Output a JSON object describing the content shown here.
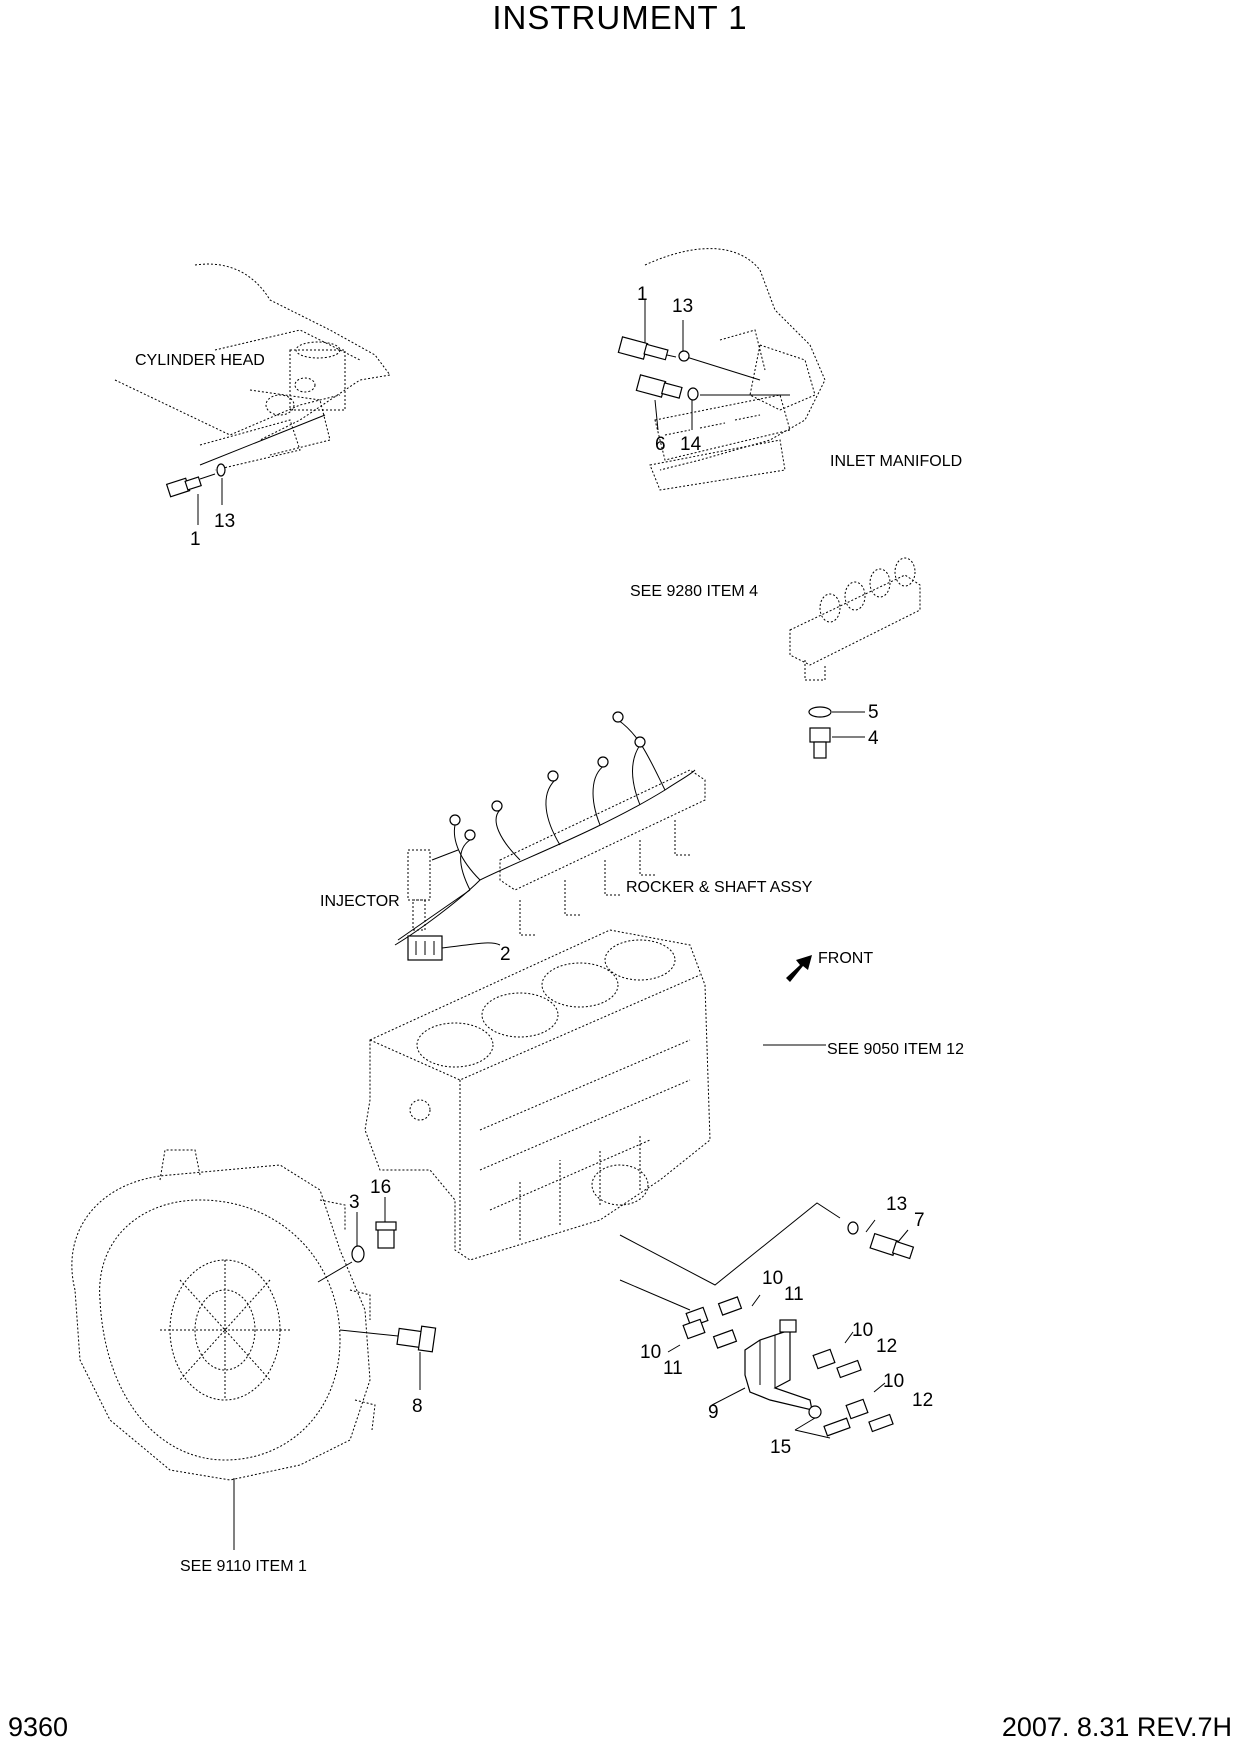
{
  "header": {
    "title": "INSTRUMENT 1"
  },
  "footer": {
    "page": "9360",
    "revision": "2007. 8.31  REV.7H"
  },
  "labels": {
    "cylinder_head": "CYLINDER HEAD",
    "inlet_manifold": "INLET MANIFOLD",
    "see_9280": "SEE 9280 ITEM 4",
    "injector": "INJECTOR",
    "rocker": "ROCKER & SHAFT ASSY",
    "front": "FRONT",
    "see_9050": "SEE 9050 ITEM 12",
    "see_9110": "SEE 9110 ITEM 1"
  },
  "callouts": [
    {
      "id": "c1",
      "text": "1"
    },
    {
      "id": "c2",
      "text": "13"
    },
    {
      "id": "c3",
      "text": "1"
    },
    {
      "id": "c4",
      "text": "13"
    },
    {
      "id": "c5",
      "text": "6"
    },
    {
      "id": "c6",
      "text": "14"
    },
    {
      "id": "c7",
      "text": "5"
    },
    {
      "id": "c8",
      "text": "4"
    },
    {
      "id": "c9",
      "text": "2"
    },
    {
      "id": "c10",
      "text": "3"
    },
    {
      "id": "c11",
      "text": "16"
    },
    {
      "id": "c12",
      "text": "13"
    },
    {
      "id": "c13",
      "text": "7"
    },
    {
      "id": "c14",
      "text": "10"
    },
    {
      "id": "c15",
      "text": "11"
    },
    {
      "id": "c16",
      "text": "10"
    },
    {
      "id": "c17",
      "text": "11"
    },
    {
      "id": "c18",
      "text": "10"
    },
    {
      "id": "c19",
      "text": "12"
    },
    {
      "id": "c20",
      "text": "10"
    },
    {
      "id": "c21",
      "text": "12"
    },
    {
      "id": "c22",
      "text": "9"
    },
    {
      "id": "c23",
      "text": "15"
    },
    {
      "id": "c24",
      "text": "8"
    }
  ]
}
